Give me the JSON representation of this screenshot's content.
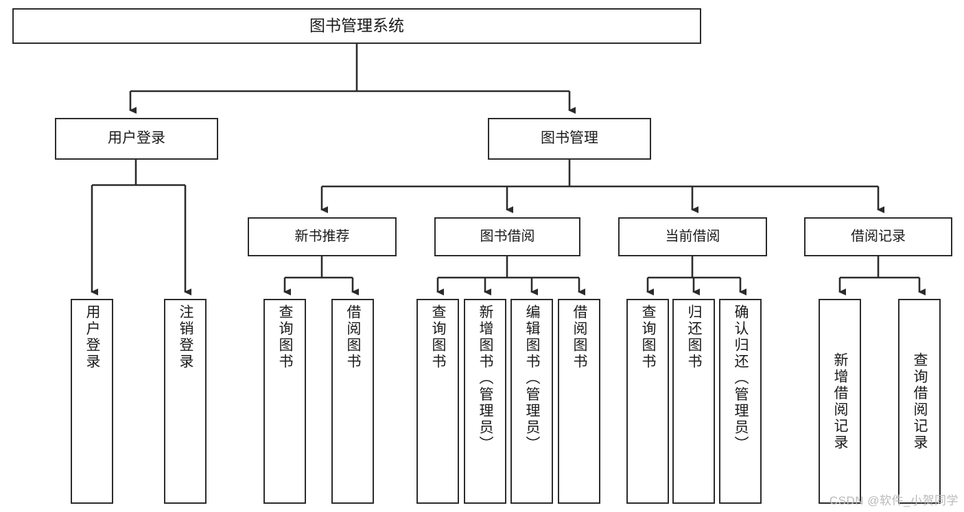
{
  "diagram": {
    "title": "图书管理系统",
    "type": "hierarchy-tree",
    "watermark": "CSDN @软件_小贺同学",
    "colors": {
      "stroke": "#2b2b2b",
      "fill": "#ffffff",
      "text": "#1a1a1a",
      "watermark": "#b9b9b9",
      "background": "#ffffff"
    },
    "nodes": {
      "root": {
        "label": "图书管理系统"
      },
      "level1": [
        {
          "id": "user-login",
          "label": "用户登录"
        },
        {
          "id": "book-management",
          "label": "图书管理"
        }
      ],
      "level2": [
        {
          "id": "new-book-recommend",
          "label": "新书推荐"
        },
        {
          "id": "book-borrow",
          "label": "图书借阅"
        },
        {
          "id": "current-borrow",
          "label": "当前借阅"
        },
        {
          "id": "borrow-record",
          "label": "借阅记录"
        }
      ],
      "leaves": {
        "user-login": [
          {
            "id": "leaf-user-login",
            "label": "用户登录"
          },
          {
            "id": "leaf-logout",
            "label": "注销登录"
          }
        ],
        "new-book-recommend": [
          {
            "id": "leaf-query-book-1",
            "label": "查询图书"
          },
          {
            "id": "leaf-borrow-book-1",
            "label": "借阅图书"
          }
        ],
        "book-borrow": [
          {
            "id": "leaf-query-book-2",
            "label": "查询图书"
          },
          {
            "id": "leaf-add-book",
            "label": "新增图书（管理员）"
          },
          {
            "id": "leaf-edit-book",
            "label": "编辑图书（管理员）"
          },
          {
            "id": "leaf-borrow-book-2",
            "label": "借阅图书"
          }
        ],
        "current-borrow": [
          {
            "id": "leaf-query-book-3",
            "label": "查询图书"
          },
          {
            "id": "leaf-return-book",
            "label": "归还图书"
          },
          {
            "id": "leaf-confirm-return",
            "label": "确认归还（管理员）"
          }
        ],
        "borrow-record": [
          {
            "id": "leaf-add-record",
            "label": "新增借阅记录"
          },
          {
            "id": "leaf-query-record",
            "label": "查询借阅记录"
          }
        ]
      }
    }
  }
}
